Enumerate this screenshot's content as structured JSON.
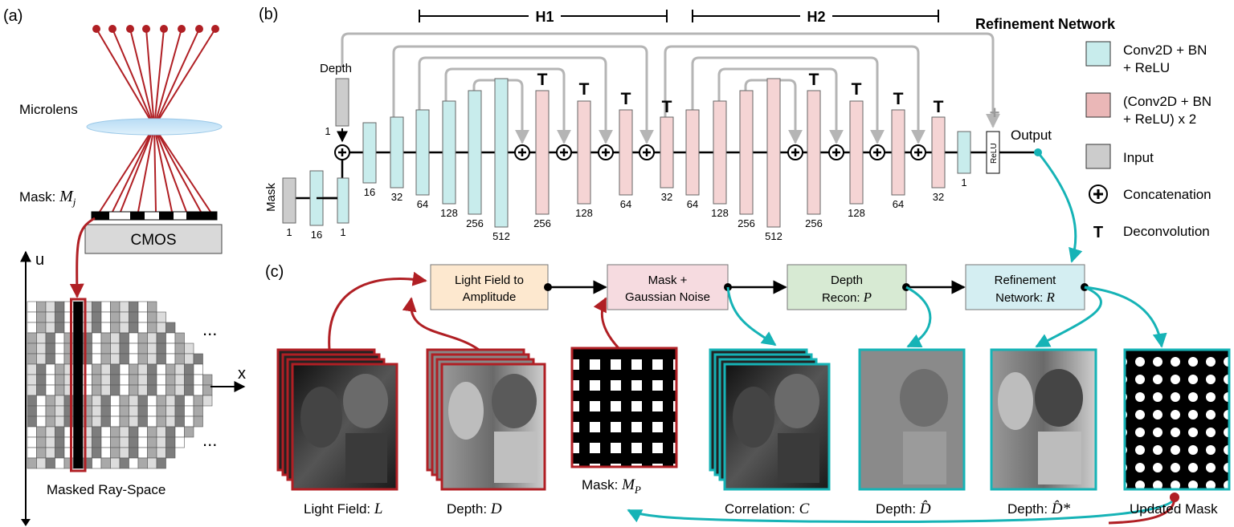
{
  "panels": {
    "a": "(a)",
    "b": "(b)",
    "c": "(c)"
  },
  "panel_a": {
    "microlens": "Microlens",
    "mask_prefix": "Mask: ",
    "mask_var": "M",
    "mask_sub": "j",
    "cmos": "CMOS",
    "axis_u": "u",
    "axis_x": "x",
    "ellipsis_top": "...",
    "ellipsis_bottom": "...",
    "caption": "Masked Ray-Space"
  },
  "panel_b": {
    "title": "Refinement Network",
    "h1": "H1",
    "h2": "H2",
    "depth_label": "Depth",
    "mask_label": "Mask",
    "output_label": "Output",
    "relu_label": "ReLU",
    "deconv_glyph": "T",
    "plus_glyph": "+",
    "channel_labels": [
      "1",
      "16",
      "1",
      "1",
      "16",
      "32",
      "64",
      "128",
      "256",
      "512",
      "256",
      "128",
      "64",
      "32",
      "64",
      "128",
      "256",
      "512",
      "256",
      "128",
      "64",
      "32",
      "1"
    ]
  },
  "legend": [
    {
      "label_lines": [
        "Conv2D + BN",
        "+ ReLU"
      ],
      "color": "#c8ecec"
    },
    {
      "label_lines": [
        "(Conv2D + BN",
        "+ ReLU) x 2"
      ],
      "color": "#eab7b7"
    },
    {
      "label_lines": [
        "Input"
      ],
      "color": "#cccccc"
    },
    {
      "label_lines": [
        "Concatenation"
      ]
    },
    {
      "label_lines": [
        "Deconvolution"
      ]
    }
  ],
  "panel_c": {
    "boxes": [
      {
        "lines": [
          "Light Field to",
          "Amplitude"
        ],
        "color": "#fde8cf"
      },
      {
        "lines": [
          "Mask +",
          "Gaussian Noise"
        ],
        "color": "#f6dbe0"
      },
      {
        "lines": [
          "Depth",
          "Recon: "
        ],
        "var": "P",
        "color": "#d7ead3"
      },
      {
        "lines": [
          "Refinement",
          "Network: "
        ],
        "var": "R",
        "color": "#d4eef2"
      }
    ],
    "captions": {
      "light_field": "Light Field: ",
      "light_field_var": "L",
      "depth": "Depth: ",
      "depth_var": "D",
      "mask": "Mask: ",
      "mask_var": "M",
      "mask_sub": "P",
      "correlation": "Correlation: ",
      "correlation_var": "C",
      "depth_hat": "Depth: ",
      "depth_hat_var": "D̂",
      "depth_star": "Depth: ",
      "depth_star_var": "D̂*",
      "updated_mask": "Updated Mask"
    }
  },
  "colors": {
    "red": "#b01f24",
    "teal": "#16b3b6",
    "gray": "#bdbdbd",
    "cyan_box": "#c8ecec",
    "pink_box": "#f5d4d4",
    "input_box": "#cccccc"
  }
}
